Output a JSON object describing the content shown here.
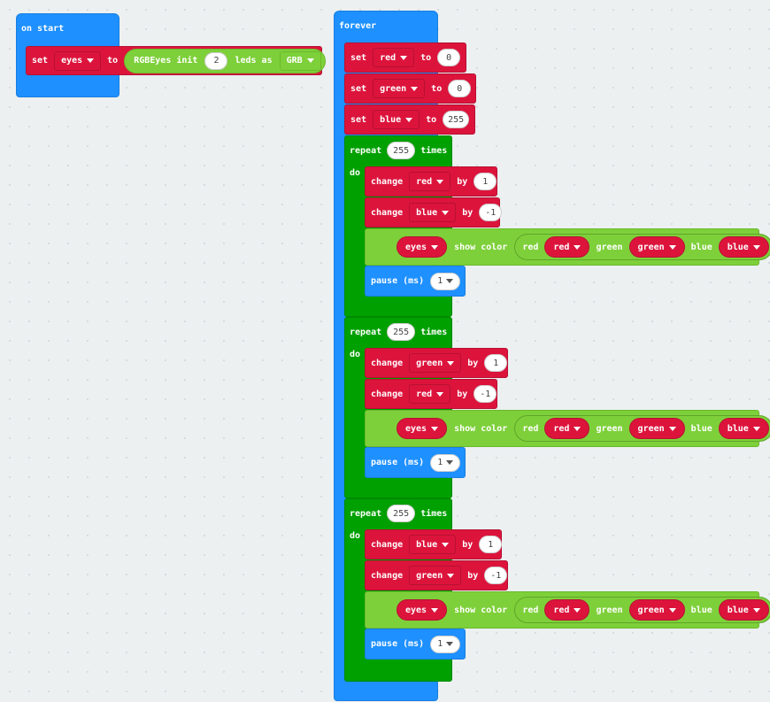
{
  "on_start": {
    "title": "on start",
    "set_label": "set",
    "var_name": "eyes",
    "to_label": "to",
    "init_label": "RGBEyes init",
    "init_value": "2",
    "leds_label": "leds as",
    "mode": "GRB"
  },
  "forever": {
    "title": "forever",
    "sets": [
      {
        "set_label": "set",
        "var": "red",
        "to_label": "to",
        "value": "0"
      },
      {
        "set_label": "set",
        "var": "green",
        "to_label": "to",
        "value": "0"
      },
      {
        "set_label": "set",
        "var": "blue",
        "to_label": "to",
        "value": "255"
      }
    ],
    "loops": [
      {
        "repeat_label": "repeat",
        "count": "255",
        "times_label": "times",
        "do_label": "do",
        "changes": [
          {
            "change_label": "change",
            "var": "red",
            "by_label": "by",
            "value": "1"
          },
          {
            "change_label": "change",
            "var": "blue",
            "by_label": "by",
            "value": "-1"
          }
        ],
        "show": {
          "var": "eyes",
          "label": "show color",
          "red_label": "red",
          "red_var": "red",
          "green_label": "green",
          "green_var": "green",
          "blue_label": "blue",
          "blue_var": "blue"
        },
        "pause": {
          "label": "pause (ms)",
          "value": "1"
        }
      },
      {
        "repeat_label": "repeat",
        "count": "255",
        "times_label": "times",
        "do_label": "do",
        "changes": [
          {
            "change_label": "change",
            "var": "green",
            "by_label": "by",
            "value": "1"
          },
          {
            "change_label": "change",
            "var": "red",
            "by_label": "by",
            "value": "-1"
          }
        ],
        "show": {
          "var": "eyes",
          "label": "show color",
          "red_label": "red",
          "red_var": "red",
          "green_label": "green",
          "green_var": "green",
          "blue_label": "blue",
          "blue_var": "blue"
        },
        "pause": {
          "label": "pause (ms)",
          "value": "1"
        }
      },
      {
        "repeat_label": "repeat",
        "count": "255",
        "times_label": "times",
        "do_label": "do",
        "changes": [
          {
            "change_label": "change",
            "var": "blue",
            "by_label": "by",
            "value": "1"
          },
          {
            "change_label": "change",
            "var": "green",
            "by_label": "by",
            "value": "-1"
          }
        ],
        "show": {
          "var": "eyes",
          "label": "show color",
          "red_label": "red",
          "red_var": "red",
          "green_label": "green",
          "green_var": "green",
          "blue_label": "blue",
          "blue_var": "blue"
        },
        "pause": {
          "label": "pause (ms)",
          "value": "1"
        }
      }
    ]
  },
  "colors": {
    "canvas": "#ecf0f1",
    "basic_blue": "#1e90ff",
    "loops_green": "#00a000",
    "variables_red": "#dc143c",
    "extension_lime": "#7ed03a"
  }
}
